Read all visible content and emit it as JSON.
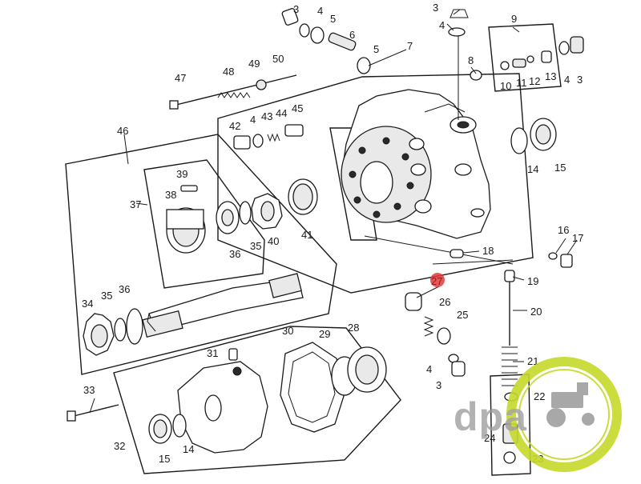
{
  "diagram": {
    "callouts": [
      {
        "id": "c3a",
        "label": "3"
      },
      {
        "id": "c4a",
        "label": "4"
      },
      {
        "id": "c5a",
        "label": "5"
      },
      {
        "id": "c6",
        "label": "6"
      },
      {
        "id": "c5b",
        "label": "5"
      },
      {
        "id": "c7",
        "label": "7"
      },
      {
        "id": "c3b",
        "label": "3"
      },
      {
        "id": "c4b",
        "label": "4"
      },
      {
        "id": "c8",
        "label": "8"
      },
      {
        "id": "c9",
        "label": "9"
      },
      {
        "id": "c10",
        "label": "10"
      },
      {
        "id": "c11",
        "label": "11"
      },
      {
        "id": "c12",
        "label": "12"
      },
      {
        "id": "c13",
        "label": "13"
      },
      {
        "id": "c4c",
        "label": "4"
      },
      {
        "id": "c3c",
        "label": "3"
      },
      {
        "id": "c47",
        "label": "47"
      },
      {
        "id": "c48",
        "label": "48"
      },
      {
        "id": "c49",
        "label": "49"
      },
      {
        "id": "c50",
        "label": "50"
      },
      {
        "id": "c42",
        "label": "42"
      },
      {
        "id": "c4d",
        "label": "4"
      },
      {
        "id": "c43",
        "label": "43"
      },
      {
        "id": "c44",
        "label": "44"
      },
      {
        "id": "c45",
        "label": "45"
      },
      {
        "id": "c46",
        "label": "46"
      },
      {
        "id": "c14a",
        "label": "14"
      },
      {
        "id": "c15a",
        "label": "15"
      },
      {
        "id": "c39",
        "label": "39"
      },
      {
        "id": "c37",
        "label": "37"
      },
      {
        "id": "c38",
        "label": "38"
      },
      {
        "id": "c36a",
        "label": "36"
      },
      {
        "id": "c35a",
        "label": "35"
      },
      {
        "id": "c40",
        "label": "40"
      },
      {
        "id": "c41",
        "label": "41"
      },
      {
        "id": "c16",
        "label": "16"
      },
      {
        "id": "c17",
        "label": "17"
      },
      {
        "id": "c18",
        "label": "18"
      },
      {
        "id": "c19",
        "label": "19"
      },
      {
        "id": "c35b",
        "label": "35"
      },
      {
        "id": "c36b",
        "label": "36"
      },
      {
        "id": "c34",
        "label": "34"
      },
      {
        "id": "c26",
        "label": "26"
      },
      {
        "id": "c25",
        "label": "25"
      },
      {
        "id": "c20",
        "label": "20"
      },
      {
        "id": "c4e",
        "label": "4"
      },
      {
        "id": "c3d",
        "label": "3"
      },
      {
        "id": "c31",
        "label": "31"
      },
      {
        "id": "c30",
        "label": "30"
      },
      {
        "id": "c29",
        "label": "29"
      },
      {
        "id": "c28",
        "label": "28"
      },
      {
        "id": "c21",
        "label": "21"
      },
      {
        "id": "c33",
        "label": "33"
      },
      {
        "id": "c22",
        "label": "22"
      },
      {
        "id": "c32",
        "label": "32"
      },
      {
        "id": "c15b",
        "label": "15"
      },
      {
        "id": "c14b",
        "label": "14"
      },
      {
        "id": "c24",
        "label": "24"
      },
      {
        "id": "c23",
        "label": "23"
      }
    ]
  },
  "watermark": {
    "brand_text": "dpa",
    "accent_color": "#c6d92a"
  },
  "highlight": {
    "label": "27",
    "color": "#e23b3b"
  }
}
